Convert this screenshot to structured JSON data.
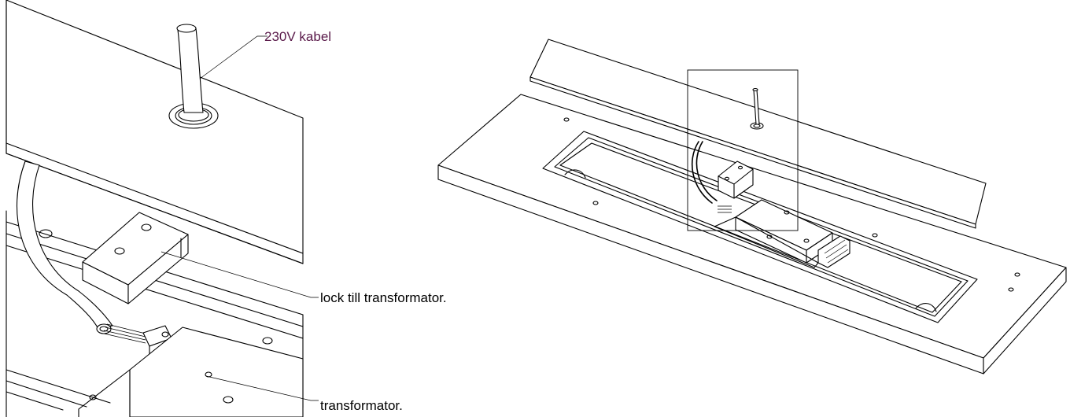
{
  "labels": {
    "cable": "230V kabel",
    "cover": "lock till transformator.",
    "transformer": "transformator."
  },
  "colors": {
    "cable_label": "#5a1a4a",
    "line": "#000000",
    "background": "#ffffff"
  }
}
